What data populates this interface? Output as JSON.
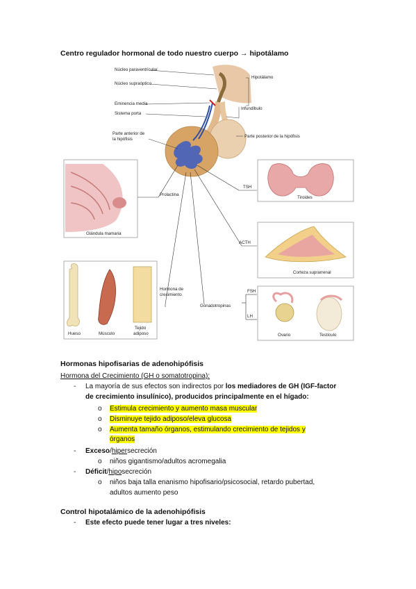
{
  "title": {
    "main": "Centro regulador hormonal de todo nuestro cuerpo",
    "arrow": "→",
    "target": "hipotálamo"
  },
  "figure": {
    "labels": {
      "nucleo_paraventricular": "Núcleo paraventricular",
      "nucleo_supraoptico": "Núcleo supraóptico",
      "eminencia_media": "Eminencia media",
      "sistema_porta": "Sistema porta",
      "parte_anterior_1": "Parte anterior de",
      "parte_anterior_2": "la hipófisis",
      "hipotalamo": "Hipotálamo",
      "infundibulo": "Infundíbulo",
      "parte_posterior": "Parte posterior de la hipófisis",
      "prolactina": "Prolactina",
      "glandula_mamaria": "Glándula mamaria",
      "tsh": "TSH",
      "tiroides": "Tiroides",
      "acth": "ACTH",
      "corteza": "Corteza suprarrenal",
      "hormona_1": "Hormona de",
      "hormona_2": "crecimiento",
      "gonadotropinas": "Gonadotropinas",
      "fsh": "FSH",
      "lh": "LH",
      "hueso": "Hueso",
      "musculo": "Músculo",
      "tejido_1": "Tejido",
      "tejido_2": "adiposo",
      "ovario": "Ovario",
      "testiculo": "Testículo"
    }
  },
  "section1": {
    "heading": "Hormonas hipofisarias de adenohipófisis",
    "subheading": "Hormona del Crecimiento (GH o somatotropina):",
    "bullet1": {
      "dash": "-",
      "line1_normal": "La mayoría de sus efectos son indirectos por ",
      "line1_bold": "los mediadores de GH (IGF-factor",
      "line2_bold": "de crecimiento insulínico), producidos principalmente en el hígado:",
      "subitems": [
        {
          "marker": "o",
          "text": "Estimula crecimiento y aumento masa muscular"
        },
        {
          "marker": "o",
          "text": "Disminuye tejido adiposo/eleva glucosa"
        },
        {
          "marker": "o",
          "text": "Aumenta tamaño órganos, estimulando crecimiento de tejidos y",
          "text2": "órganos"
        }
      ]
    },
    "bullet2": {
      "dash": "-",
      "bold": "Exceso",
      "slash": "/",
      "underline": "hiper",
      "rest": "secreción",
      "sub": {
        "marker": "o",
        "text": "niños gigantismo/adultos acromegalia"
      }
    },
    "bullet3": {
      "dash": "-",
      "bold": "Déficit",
      "slash": "/",
      "underline": "hipo",
      "rest": "secreción",
      "sub": {
        "marker": "o",
        "text": "niños baja talla enanismo hipofisario/psicosocial, retardo pubertad,",
        "text2": "adultos aumento peso"
      }
    }
  },
  "section2": {
    "heading": "Control hipotalámico de la adenohipófisis",
    "bullet": {
      "dash": "-",
      "text": "Este efecto puede tener lugar a tres niveles:"
    }
  }
}
